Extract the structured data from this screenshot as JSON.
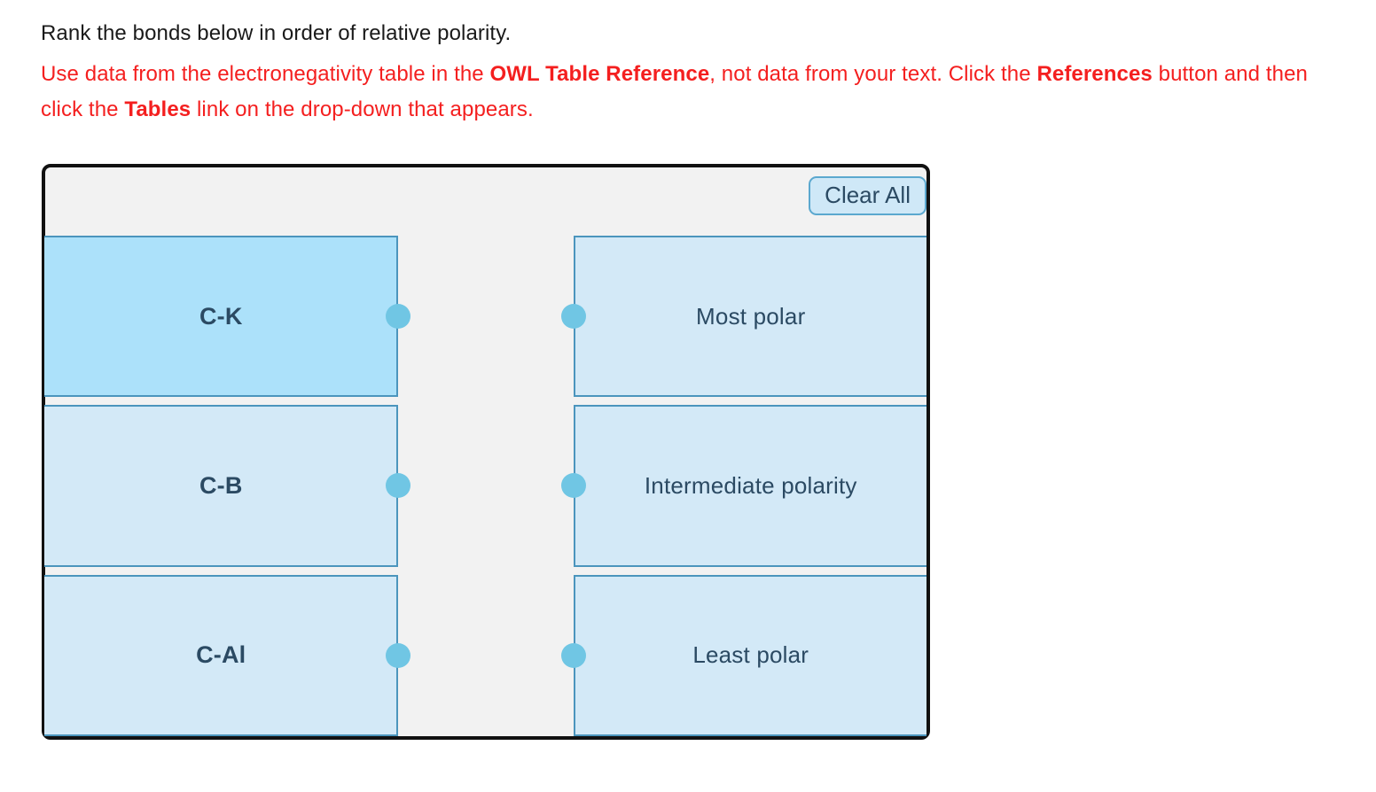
{
  "prompt": {
    "question": "Rank the bonds below in order of relative polarity.",
    "instruction_parts": {
      "p1": "Use data from the electronegativity table in the ",
      "b1": "OWL Table Reference",
      "p2": ", not data from your text. Click the ",
      "b2": "References",
      "p3": " button and then click the ",
      "b3": "Tables",
      "p4": " link on the drop-down that appears."
    }
  },
  "widget": {
    "clear_all_label": "Clear All",
    "left_items": [
      {
        "label": "C-K",
        "selected": true
      },
      {
        "label": "C-B",
        "selected": false
      },
      {
        "label": "C-Al",
        "selected": false
      }
    ],
    "right_items": [
      {
        "label": "Most polar",
        "selected": false
      },
      {
        "label": "Intermediate polarity",
        "selected": false
      },
      {
        "label": "Least polar",
        "selected": false
      }
    ]
  },
  "colors": {
    "instruction_red": "#f41f1f",
    "tile_fill": "#d3e9f7",
    "tile_fill_selected": "#ace1fa",
    "tile_border": "#4b95bd",
    "knob": "#70c6e4",
    "panel_bg": "#f2f2f2",
    "panel_border": "#111111",
    "label_text": "#2b4a63"
  }
}
